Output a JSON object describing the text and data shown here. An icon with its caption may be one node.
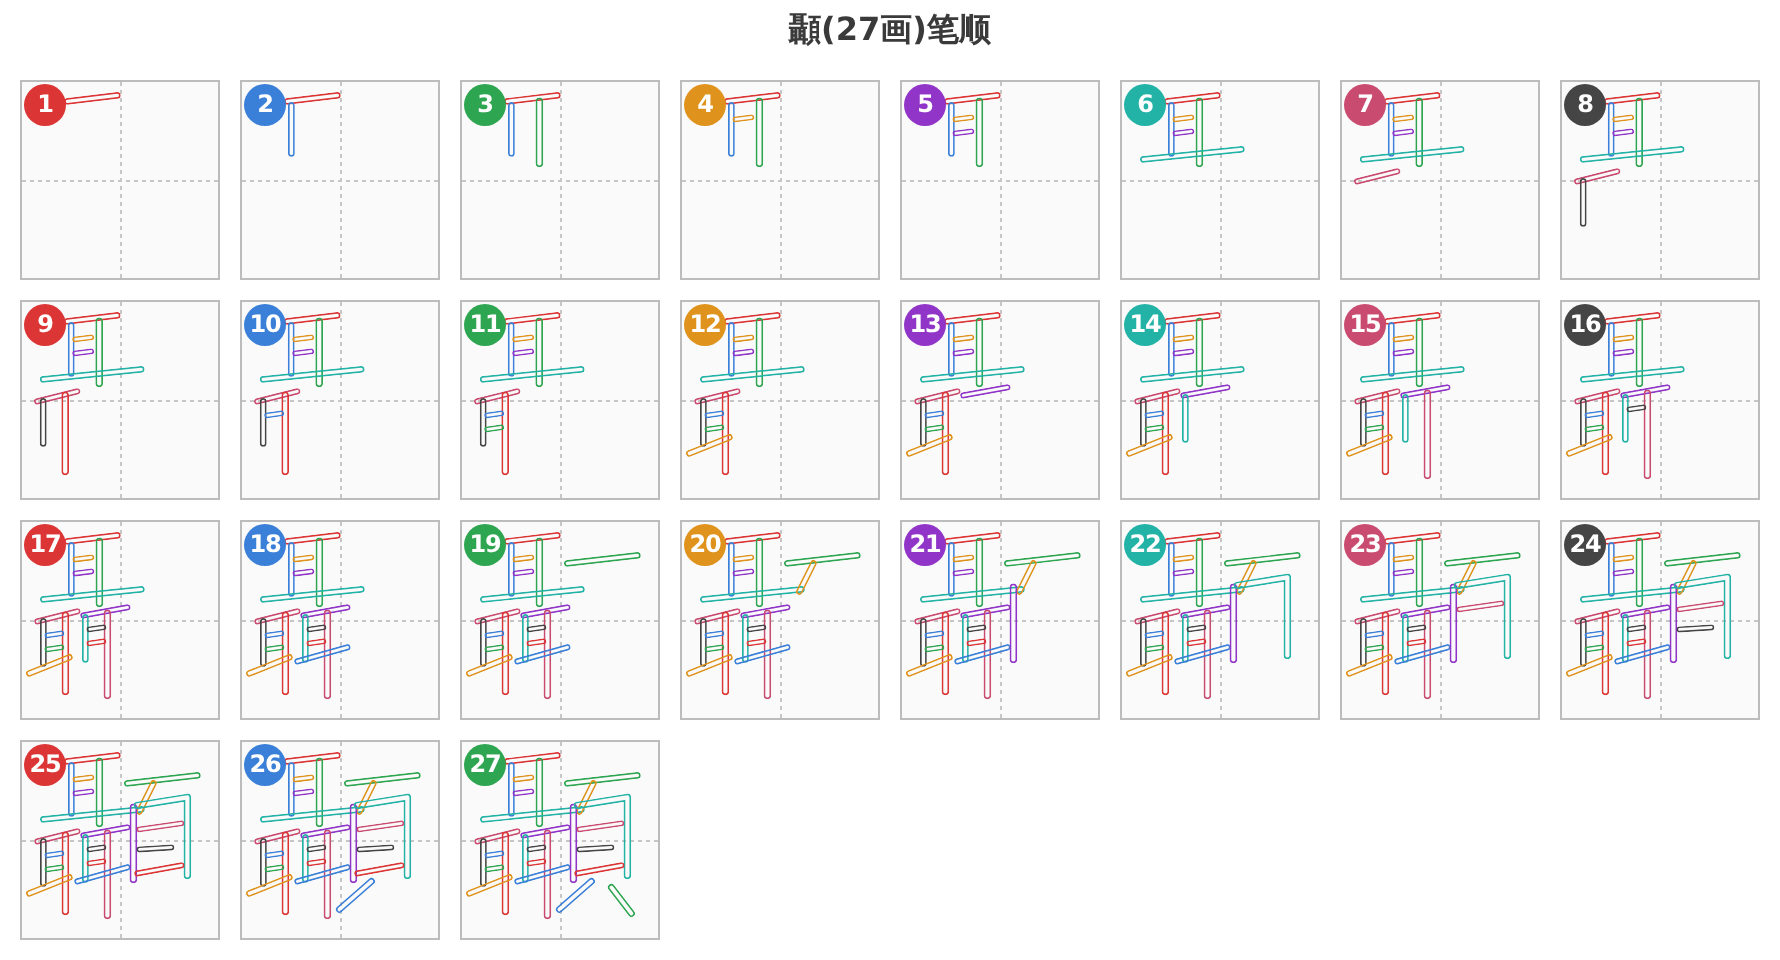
{
  "diagram": {
    "title": "顳(27画)笔顺",
    "nodes": [
      {
        "text": [
          "1"
        ]
      },
      {
        "text": [
          "2"
        ]
      },
      {
        "text": [
          "3"
        ]
      },
      {
        "text": [
          "4"
        ]
      },
      {
        "text": [
          "5"
        ]
      },
      {
        "text": [
          "6"
        ]
      },
      {
        "text": [
          "7"
        ]
      },
      {
        "text": [
          "8"
        ]
      },
      {
        "text": [
          "9"
        ]
      },
      {
        "text": [
          "10"
        ]
      },
      {
        "text": [
          "11"
        ]
      },
      {
        "text": [
          "12"
        ]
      },
      {
        "text": [
          "13"
        ]
      },
      {
        "text": [
          "14"
        ]
      },
      {
        "text": [
          "15"
        ]
      },
      {
        "text": [
          "16"
        ]
      },
      {
        "text": [
          "17"
        ]
      },
      {
        "text": [
          "18"
        ]
      },
      {
        "text": [
          "19"
        ]
      },
      {
        "text": [
          "20"
        ]
      },
      {
        "text": [
          "21"
        ]
      },
      {
        "text": [
          "22"
        ]
      },
      {
        "text": [
          "23"
        ]
      },
      {
        "text": [
          "24"
        ]
      },
      {
        "text": [
          "25"
        ]
      },
      {
        "text": [
          "26"
        ]
      },
      {
        "text": [
          "27"
        ]
      }
    ]
  }
}
